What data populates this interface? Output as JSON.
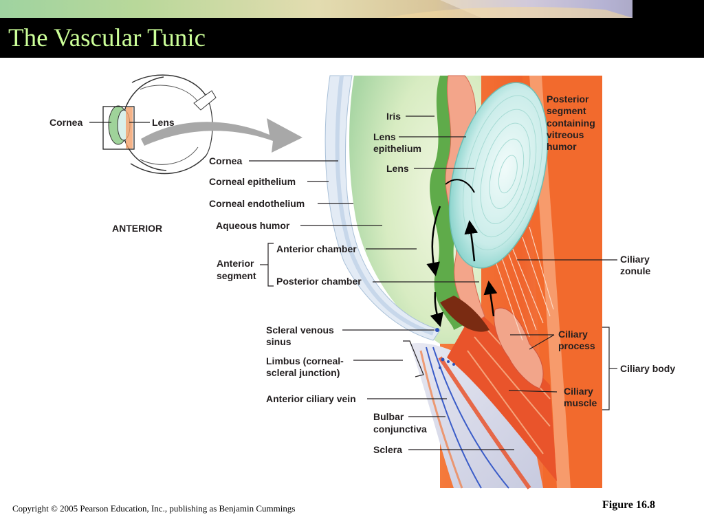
{
  "slide": {
    "title": "The Vascular Tunic",
    "title_color": "#ccff99",
    "copyright": "Copyright © 2005 Pearson Education, Inc., publishing as Benjamin Cummings",
    "figure_number": "Figure 16.8"
  },
  "diagram": {
    "small_eye": {
      "cornea": "Cornea",
      "lens": "Lens",
      "anterior": "ANTERIOR"
    },
    "labels": {
      "cornea": "Cornea",
      "corneal_epithelium": "Corneal epithelium",
      "corneal_endothelium": "Corneal endothelium",
      "aqueous_humor": "Aqueous humor",
      "anterior_segment_1": "Anterior",
      "anterior_segment_2": "segment",
      "anterior_chamber": "Anterior chamber",
      "posterior_chamber": "Posterior chamber",
      "scleral_venous_sinus_1": "Scleral venous",
      "scleral_venous_sinus_2": "sinus",
      "limbus_1": "Limbus (corneal-",
      "limbus_2": "scleral junction)",
      "anterior_ciliary_vein": "Anterior ciliary vein",
      "bulbar_conjunctiva_1": "Bulbar",
      "bulbar_conjunctiva_2": "conjunctiva",
      "sclera": "Sclera",
      "iris": "Iris",
      "lens_epithelium_1": "Lens",
      "lens_epithelium_2": "epithelium",
      "lens": "Lens",
      "posterior_segment_1": "Posterior",
      "posterior_segment_2": "segment",
      "posterior_segment_3": "containing",
      "posterior_segment_4": "vitreous",
      "posterior_segment_5": "humor",
      "ciliary_zonule_1": "Ciliary",
      "ciliary_zonule_2": "zonule",
      "ciliary_process_1": "Ciliary",
      "ciliary_process_2": "process",
      "ciliary_muscle_1": "Ciliary",
      "ciliary_muscle_2": "muscle",
      "ciliary_body": "Ciliary body"
    }
  }
}
